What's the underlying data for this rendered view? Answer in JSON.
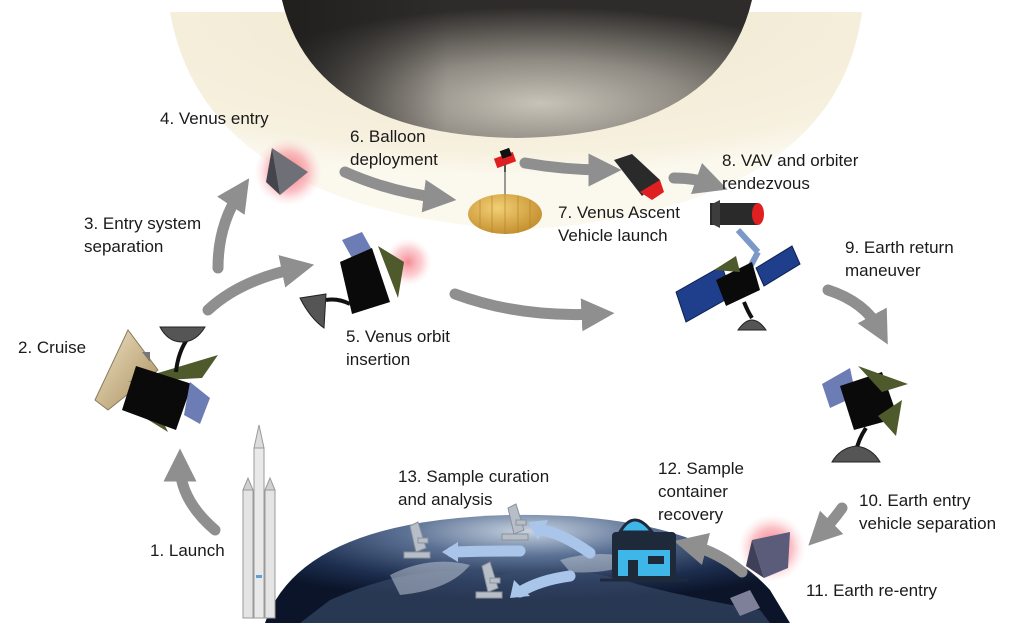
{
  "steps": [
    {
      "id": "launch",
      "label": "1. Launch"
    },
    {
      "id": "cruise",
      "label": "2. Cruise"
    },
    {
      "id": "entry_separation",
      "line1": "3. Entry system",
      "line2": "separation"
    },
    {
      "id": "venus_entry",
      "label": "4. Venus entry"
    },
    {
      "id": "orbit_insertion",
      "line1": "5. Venus orbit",
      "line2": "insertion"
    },
    {
      "id": "balloon",
      "line1": "6. Balloon",
      "line2": "deployment"
    },
    {
      "id": "vav_launch",
      "line1": "7. Venus Ascent",
      "line2": "Vehicle launch"
    },
    {
      "id": "rendezvous",
      "line1": "8. VAV and orbiter",
      "line2": "rendezvous"
    },
    {
      "id": "earth_return",
      "line1": "9. Earth return",
      "line2": "maneuver"
    },
    {
      "id": "earth_entry_sep",
      "line1": "10. Earth entry",
      "line2": "vehicle separation"
    },
    {
      "id": "reentry",
      "label": "11. Earth re-entry"
    },
    {
      "id": "recovery",
      "line1": "12. Sample",
      "line2": "container",
      "line3": "recovery"
    },
    {
      "id": "curation",
      "line1": "13. Sample curation",
      "line2": "and analysis"
    }
  ],
  "colors": {
    "venus_halo": "#f7f1e0",
    "arrow_gray": "#8f8f8f",
    "arrow_blue": "#a9c6ea",
    "solar_panel_olive": "#4e5a2c",
    "solar_panel_blue": "#1f3f8c",
    "heat_glow": "#f25b66",
    "balloon_gold": "#dcae48",
    "vehicle_red": "#e02020"
  }
}
